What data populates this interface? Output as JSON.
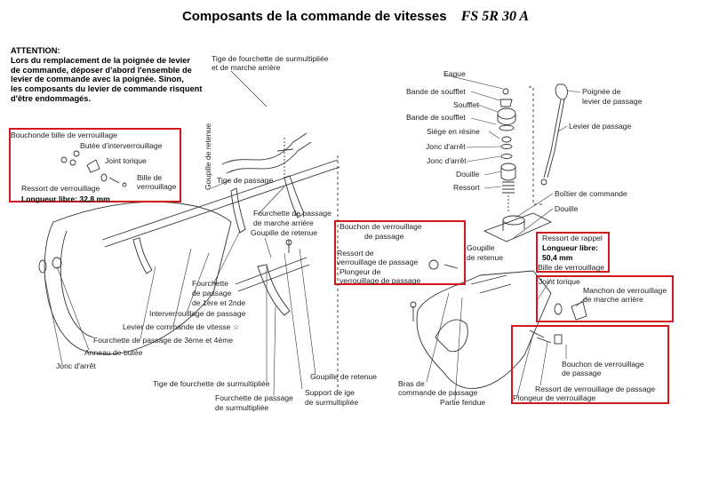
{
  "title": {
    "main": "Composants de la commande de vitesses",
    "model": "FS 5R 30 A"
  },
  "attention": {
    "heading": "ATTENTION:",
    "lines": [
      "Lors du remplacement de la poignée de levier",
      "de commande, déposer d'abord l'ensemble de",
      "levier de commande avec la poignée. Sinon,",
      "les composants du levier de commande risquent",
      "d'être endommagés."
    ]
  },
  "box_colors": {
    "highlight": "#d0181e"
  },
  "labels": {
    "tige_fourchette_surmult_ar": [
      "Tige de fourchette de surmultipliée",
      "et de marche arrière"
    ],
    "goupille_retenue_vertical": "Goupille de retenue",
    "tige_passage": "Tige de passage",
    "fourchette_marche_ar": [
      "Fourchette de passage",
      "de marche arrière"
    ],
    "goupille_retenue_1": "Goupille de retenue",
    "fourchette_1_2": [
      "Fourchette",
      "de passage",
      "de 1ère et 2nde"
    ],
    "interverrouillage": "Interverrouillage de passage",
    "levier_commande_vitesse": "Levier de commande de vitesse ☆",
    "fourchette_3_4": "Fourchette de passage de 3ème et 4ème",
    "anneau_butee": "Anneau de butée",
    "jonc_arret_left": "Jonc d'arrêt",
    "tige_fourchette_surmult": "Tige de fourchette de surmultipliée",
    "fourchette_surmult": [
      "Fourchette de passage",
      "de surmultipliée"
    ],
    "support_tige": [
      "Support de ige",
      "de surmultipliée"
    ],
    "goupille_retenue_2": "Goupille de retenue",
    "eague": "Eague",
    "bande_soufflet_1": "Bande de soufflet",
    "soufflet": "Soufflet",
    "bande_soufflet_2": "Bande de soufflet",
    "siege_resine": "Siège en résine",
    "jonc_arret_1": "Jonc d'arrêt",
    "jonc_arret_2": "Jonc d'arrêt",
    "douille_1": "Douille",
    "ressort": "Ressort",
    "poignee_levier": [
      "Poignée de",
      "levier de passage"
    ],
    "levier_passage": "Levier de passage",
    "boitier_commande": "Boîtier de commande",
    "douille_2": "Douille",
    "goupille_retenue_3": [
      "Goupille",
      "de retenue"
    ],
    "bras_commande": [
      "Bras de",
      "commande de passage"
    ],
    "partie_fendue": "Partie fendue"
  },
  "boxes": {
    "bille_verrouillage": {
      "bouchon": "Bouchonde bille de verrouillage",
      "butee": "Butée d'interverrouillage",
      "joint": "Joint torique",
      "bille": [
        "Bille de",
        "verrouillage"
      ],
      "ressort": "Ressort de verrouillage",
      "longueur_label": "Longueur libre:",
      "longueur_value": "32,8 mm"
    },
    "verrouillage_passage": {
      "bouchon": [
        "Bouchon de verrouillage",
        "de passage"
      ],
      "ressort": [
        "Ressort de",
        "verrouillage de passage"
      ],
      "plongeur": [
        "Plongeur de",
        "verrouillage de passage"
      ]
    },
    "ressort_rappel": {
      "ressort": "Ressort de rappel",
      "longueur_label": "Longueur libre:",
      "longueur_value": "50,4 mm",
      "bille": "Bille de verrouillage"
    },
    "manchon": {
      "joint": "Joint torique",
      "manchon": [
        "Manchon de verrouillage",
        "de marche arrière"
      ]
    },
    "verrouillage_passage_2": {
      "bouchon": [
        "Bouchon de verrouillage",
        "de passage"
      ],
      "ressort": "Ressort de verrouillage de passage",
      "plongeur": "Plongeur de verrouillage"
    }
  }
}
